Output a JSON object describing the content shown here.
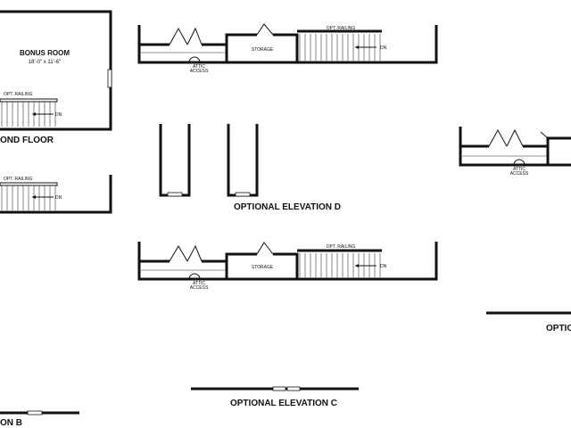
{
  "labels": {
    "bonus_room": "BONUS ROOM",
    "bonus_dims": "18'-0\" x 11'-6\"",
    "second_floor": "OND FLOOR",
    "opt_railing": "OPT. RAILING",
    "dn": "DN",
    "storage": "STORAGE",
    "attic": "ATTIC",
    "access": "ACCESS",
    "elev_d": "OPTIONAL ELEVATION D",
    "elev_c": "OPTIONAL ELEVATION C",
    "elev_b": "ON B",
    "elev_right": "OPTIO"
  }
}
